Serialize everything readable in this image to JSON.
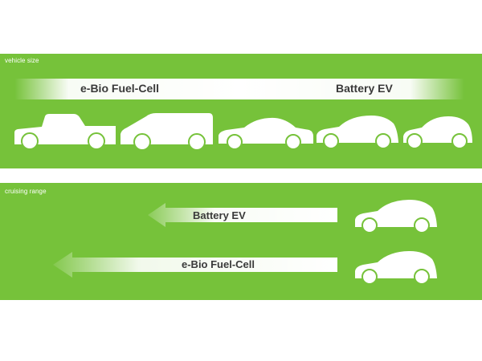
{
  "vehicle_size": {
    "panel_label": "vehicle size",
    "scale_left": "e-Bio Fuel-Cell",
    "scale_right": "Battery EV",
    "vehicles": [
      "pickup-truck",
      "van",
      "sedan",
      "hatchback",
      "compact-hatchback"
    ]
  },
  "cruising_range": {
    "panel_label": "cruising range",
    "arrows": [
      {
        "label": "Battery EV",
        "vehicle": "hatchback"
      },
      {
        "label": "e-Bio Fuel-Cell",
        "vehicle": "hatchback"
      }
    ]
  },
  "colors": {
    "panel_green": "#76c23a",
    "silhouette": "#ffffff",
    "text": "#3a3a3a"
  }
}
